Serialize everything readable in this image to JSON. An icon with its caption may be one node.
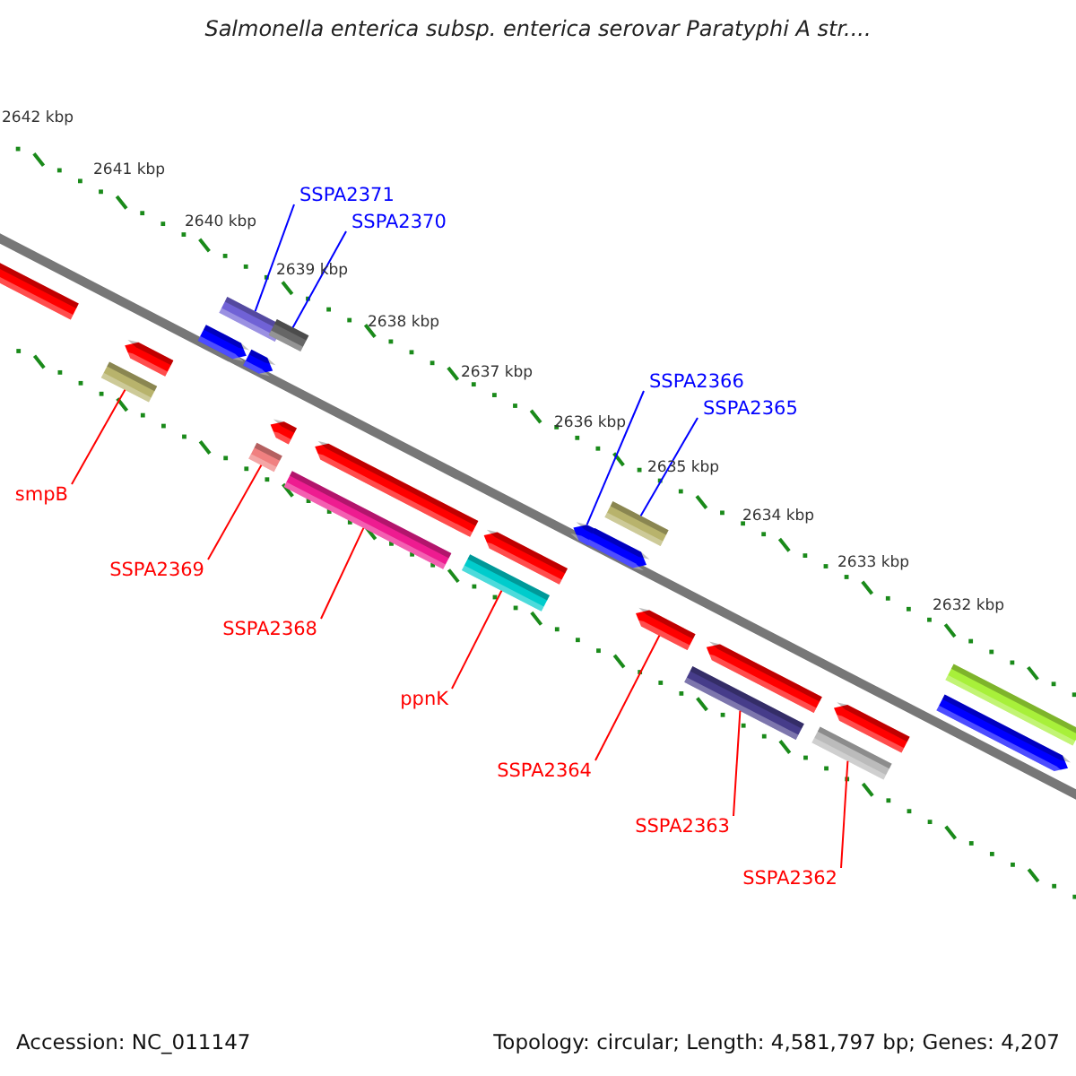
{
  "diagram": {
    "title": "Salmonella enterica subsp. enterica serovar Paratyphi A str....",
    "nodes": [
      {
        "text": [
          "SSPA2371"
        ]
      },
      {
        "text": [
          "SSPA2370"
        ]
      },
      {
        "text": [
          "SSPA2366"
        ]
      },
      {
        "text": [
          "SSPA2365"
        ]
      },
      {
        "text": [
          "smpB"
        ]
      },
      {
        "text": [
          "SSPA2369"
        ]
      },
      {
        "text": [
          "SSPA2368"
        ]
      },
      {
        "text": [
          "ppnK"
        ]
      },
      {
        "text": [
          "SSPA2364"
        ]
      },
      {
        "text": [
          "SSPA2363"
        ]
      },
      {
        "text": [
          "SSPA2362"
        ]
      },
      {
        "text": [],
        "shape": "bar"
      },
      {
        "text": [],
        "shape": "bar"
      },
      {
        "text": [],
        "shape": "bar"
      },
      {
        "text": [],
        "shape": "bar"
      },
      {
        "text": [],
        "shape": "bar"
      },
      {
        "text": [],
        "shape": "bar"
      },
      {
        "text": [],
        "shape": "bar"
      },
      {
        "text": [],
        "shape": "bar"
      },
      {
        "text": [],
        "shape": "bar"
      },
      {
        "text": [],
        "shape": "bar"
      },
      {
        "text": [],
        "shape": "bar"
      },
      {
        "text": [],
        "shape": "bar"
      },
      {
        "text": [],
        "shape": "bar"
      },
      {
        "text": [],
        "shape": "bar"
      },
      {
        "text": [],
        "shape": "bar"
      },
      {
        "text": [],
        "shape": "bar"
      },
      {
        "text": [],
        "shape": "bar"
      },
      {
        "text": [],
        "shape": "bar"
      },
      {
        "text": [],
        "shape": "bar"
      },
      {
        "text": [],
        "shape": "bar"
      },
      {
        "text": [],
        "shape": "bar"
      },
      {
        "text": [],
        "shape": "bar"
      },
      {
        "text": [],
        "shape": "bar"
      }
    ],
    "edges": [
      {
        "from": 0,
        "to": 12,
        "arrow": "none",
        "color": "#0000ff"
      },
      {
        "from": 1,
        "to": 13,
        "arrow": "none",
        "color": "#0000ff"
      },
      {
        "from": 2,
        "to": 24,
        "arrow": "none",
        "color": "#0000ff"
      },
      {
        "from": 3,
        "to": 26,
        "arrow": "none",
        "color": "#0000ff"
      },
      {
        "from": 4,
        "to": 17,
        "arrow": "none"
      },
      {
        "from": 5,
        "to": 19,
        "arrow": "none"
      },
      {
        "from": 6,
        "to": 21,
        "arrow": "none"
      },
      {
        "from": 7,
        "to": 23,
        "arrow": "none"
      },
      {
        "from": 8,
        "to": 27,
        "arrow": "none"
      },
      {
        "from": 9,
        "to": 29,
        "arrow": "none"
      },
      {
        "from": 10,
        "to": 31,
        "arrow": "none"
      }
    ],
    "labels": [
      "2642 kbp",
      "2641 kbp",
      "2640 kbp",
      "2639 kbp",
      "2638 kbp",
      "2637 kbp",
      "2636 kbp",
      "2635 kbp",
      "2634 kbp",
      "2633 kbp",
      "2632 kbp",
      "Accession: NC_011147",
      "Topology: circular; Length: 4,581,797 bp; Genes: 4,207"
    ]
  }
}
